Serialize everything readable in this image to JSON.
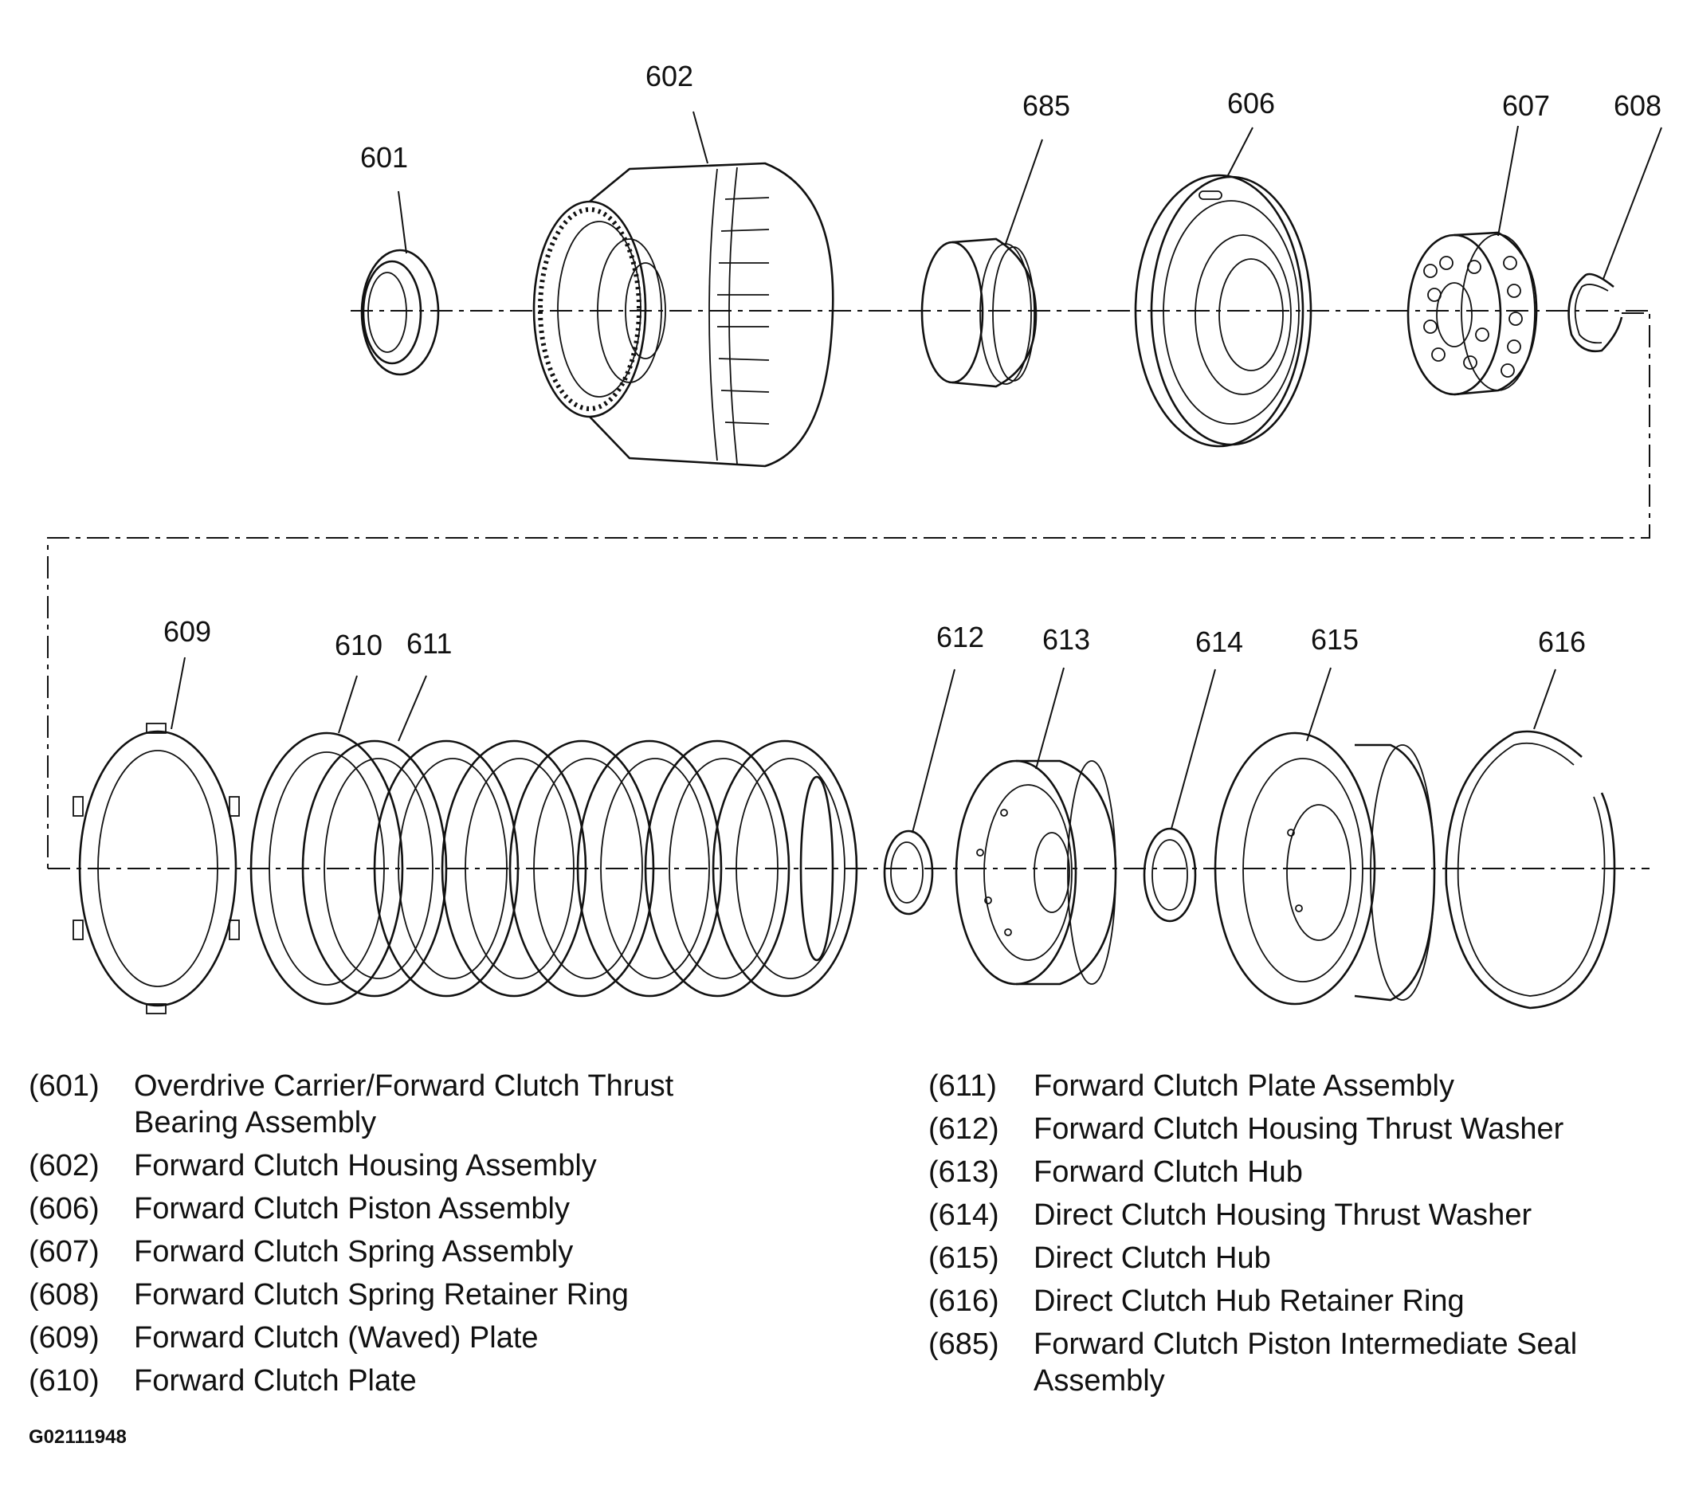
{
  "callouts": [
    {
      "id": "601",
      "label": "601"
    },
    {
      "id": "602",
      "label": "602"
    },
    {
      "id": "685",
      "label": "685"
    },
    {
      "id": "606",
      "label": "606"
    },
    {
      "id": "607",
      "label": "607"
    },
    {
      "id": "608",
      "label": "608"
    },
    {
      "id": "609",
      "label": "609"
    },
    {
      "id": "610",
      "label": "610"
    },
    {
      "id": "611",
      "label": "611"
    },
    {
      "id": "612",
      "label": "612"
    },
    {
      "id": "613",
      "label": "613"
    },
    {
      "id": "614",
      "label": "614"
    },
    {
      "id": "615",
      "label": "615"
    },
    {
      "id": "616",
      "label": "616"
    }
  ],
  "legend": {
    "left": [
      {
        "num": "(601)",
        "desc": "Overdrive Carrier/Forward Clutch Thrust Bearing Assembly"
      },
      {
        "num": "(602)",
        "desc": "Forward Clutch Housing Assembly"
      },
      {
        "num": "(606)",
        "desc": "Forward Clutch Piston Assembly"
      },
      {
        "num": "(607)",
        "desc": "Forward Clutch Spring Assembly"
      },
      {
        "num": "(608)",
        "desc": "Forward Clutch Spring Retainer Ring"
      },
      {
        "num": "(609)",
        "desc": "Forward Clutch (Waved) Plate"
      },
      {
        "num": "(610)",
        "desc": "Forward Clutch Plate"
      }
    ],
    "right": [
      {
        "num": "(611)",
        "desc": "Forward Clutch Plate Assembly"
      },
      {
        "num": "(612)",
        "desc": "Forward Clutch Housing Thrust Washer"
      },
      {
        "num": "(613)",
        "desc": "Forward Clutch Hub"
      },
      {
        "num": "(614)",
        "desc": "Direct Clutch Housing Thrust Washer"
      },
      {
        "num": "(615)",
        "desc": "Direct Clutch Hub"
      },
      {
        "num": "(616)",
        "desc": "Direct Clutch Hub Retainer Ring"
      },
      {
        "num": "(685)",
        "desc": "Forward Clutch Piston Intermediate Seal Assembly"
      }
    ]
  },
  "figure_code": "G02111948"
}
